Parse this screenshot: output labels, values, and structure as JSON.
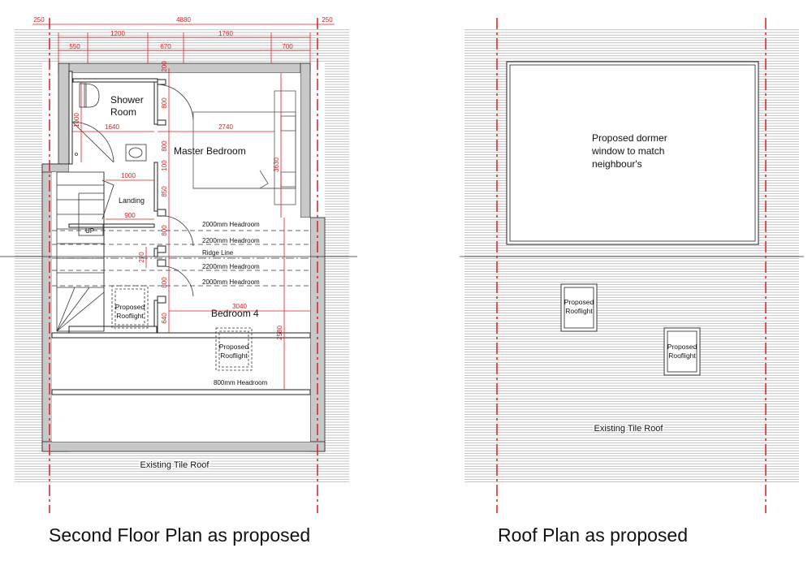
{
  "second_floor": {
    "caption": "Second Floor Plan as proposed",
    "rooms": {
      "shower_line1": "Shower",
      "shower_line2": "Room",
      "master_bedroom": "Master Bedroom",
      "landing": "Landing",
      "bedroom4": "Bedroom 4",
      "up": "UP"
    },
    "headroom": {
      "h2000_top": "2000mm Headroom",
      "h2200_top": "2200mm Headroom",
      "ridge": "Ridge Line",
      "h2200_bottom": "2200mm Headroom",
      "h2000_bottom": "2000mm Headroom",
      "h800": "800mm Headroom"
    },
    "rooflight": {
      "line1": "Proposed",
      "line2": "Rooflight"
    },
    "existing_roof": "Existing Tile Roof",
    "dimensions": {
      "overall": "4880",
      "left_overhang": "250",
      "right_overhang": "250",
      "d1200": "1200",
      "d1760": "1760",
      "d550": "550",
      "d670": "670",
      "d700": "700",
      "d200": "200",
      "d800a": "800",
      "d1640": "1640",
      "d2740": "2740",
      "d1000v": "1000",
      "d800b": "800",
      "d100": "100",
      "d1000h": "1000",
      "d850": "850",
      "d900": "900",
      "d800c": "800",
      "d270": "270",
      "d800d": "800",
      "d640": "640",
      "d3040": "3040",
      "d3630": "3630",
      "d2580": "2580"
    }
  },
  "roof_plan": {
    "caption": "Roof Plan as proposed",
    "dormer_line1": "Proposed dormer",
    "dormer_line2": "window to match",
    "dormer_line3": "neighbour's",
    "rooflight": {
      "line1": "Proposed",
      "line2": "Rooflight"
    },
    "existing_roof": "Existing Tile Roof"
  },
  "colors": {
    "wall": "#c8c8c8",
    "dimension": "#d62020",
    "roof_lines": "#9a9a9a",
    "line": "#222222"
  }
}
